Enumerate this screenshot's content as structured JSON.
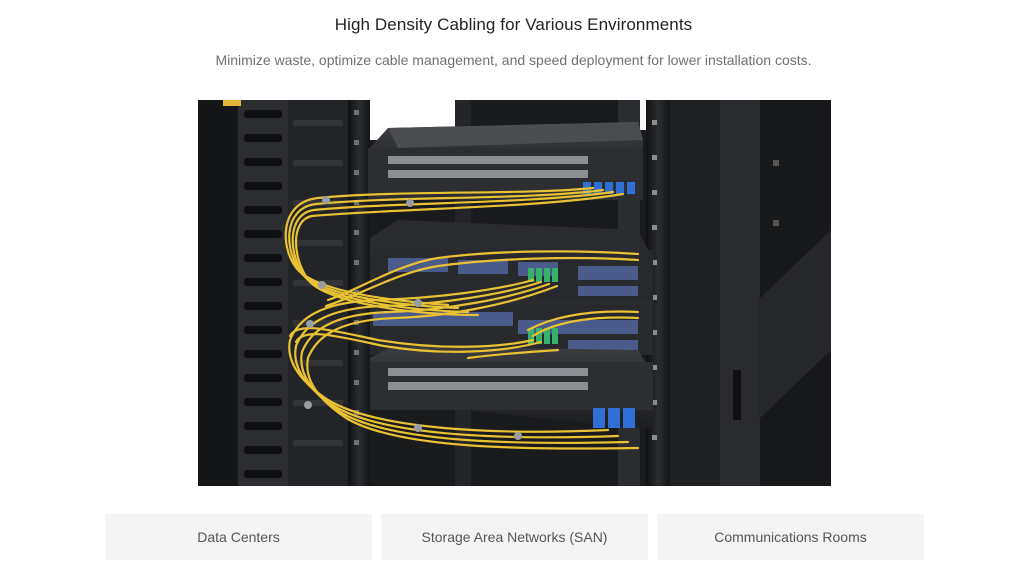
{
  "header": {
    "title": "High Density Cabling for Various Environments",
    "subtitle": "Minimize waste, optimize cable management, and speed deployment for lower installation costs."
  },
  "tabs": [
    {
      "label": "Data Centers"
    },
    {
      "label": "Storage Area Networks (SAN)"
    },
    {
      "label": "Communications Rooms"
    }
  ],
  "colors": {
    "cable": "#e8c233",
    "lc_connector": "#2f6fd6",
    "apc_connector": "#35b36a",
    "rack": "#1e1f21"
  }
}
